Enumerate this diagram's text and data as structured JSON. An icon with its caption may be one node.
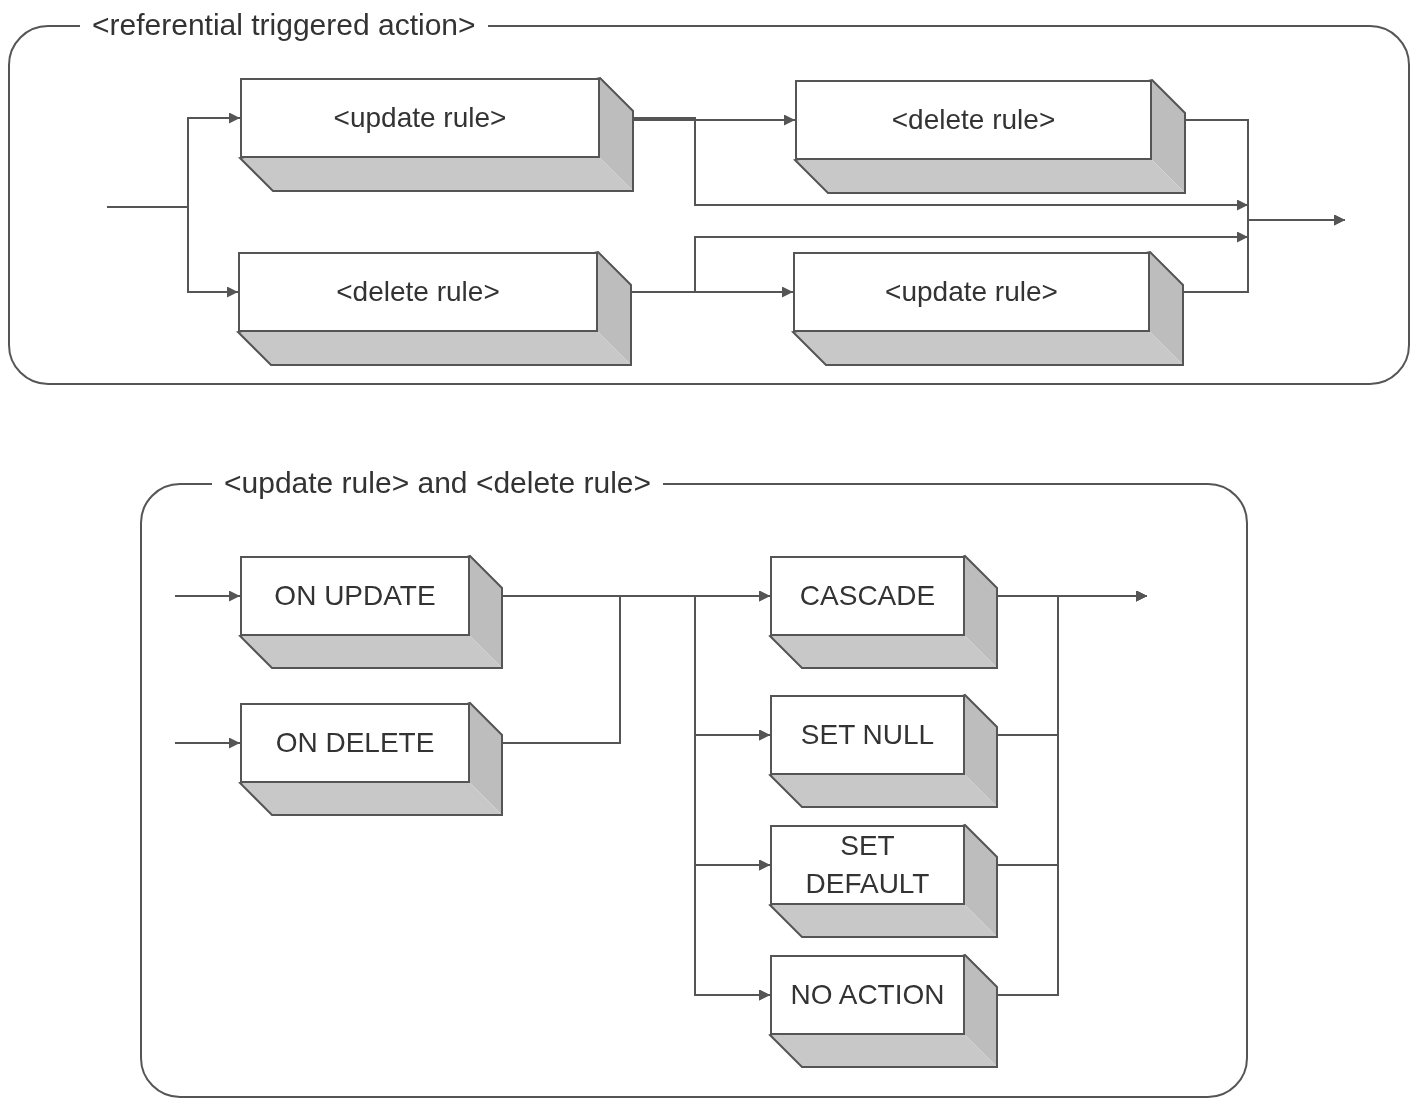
{
  "diagram": {
    "nodes": [
      {
        "text": [
          "<referential triggered action>"
        ]
      },
      {
        "text": [
          "<update rule>"
        ],
        "in": 0
      },
      {
        "text": [
          "<delete rule>"
        ],
        "in": 0
      },
      {
        "text": [
          "<delete rule>"
        ],
        "in": 0
      },
      {
        "text": [
          "<update rule>"
        ],
        "in": 0
      },
      {
        "text": [
          "<update rule> and <delete rule>"
        ]
      },
      {
        "text": [
          "ON UPDATE"
        ],
        "in": 5
      },
      {
        "text": [
          "ON DELETE"
        ],
        "in": 5
      },
      {
        "text": [
          "CASCADE"
        ],
        "in": 5
      },
      {
        "text": [
          "SET NULL"
        ],
        "in": 5
      },
      {
        "text": [
          "SET DEFAULT"
        ],
        "in": 5
      },
      {
        "text": [
          "NO ACTION"
        ],
        "in": 5
      }
    ],
    "edges": [
      {
        "from": null,
        "to": 1,
        "arrow": "to"
      },
      {
        "from": null,
        "to": 3,
        "arrow": "to"
      },
      {
        "from": 1,
        "to": 2,
        "arrow": "to"
      },
      {
        "from": 1,
        "to": null,
        "arrow": "to"
      },
      {
        "from": 2,
        "to": null,
        "arrow": "to"
      },
      {
        "from": 3,
        "to": 4,
        "arrow": "to"
      },
      {
        "from": 3,
        "to": null,
        "arrow": "to"
      },
      {
        "from": 4,
        "to": null,
        "arrow": "to"
      },
      {
        "from": null,
        "to": 6,
        "arrow": "to"
      },
      {
        "from": null,
        "to": 7,
        "arrow": "to"
      },
      {
        "from": 6,
        "to": 8,
        "arrow": "to"
      },
      {
        "from": 6,
        "to": 9,
        "arrow": "to"
      },
      {
        "from": 6,
        "to": 10,
        "arrow": "to"
      },
      {
        "from": 6,
        "to": 11,
        "arrow": "to"
      },
      {
        "from": 7,
        "to": 8,
        "arrow": "to"
      },
      {
        "from": 7,
        "to": 9,
        "arrow": "to"
      },
      {
        "from": 7,
        "to": 10,
        "arrow": "to"
      },
      {
        "from": 7,
        "to": 11,
        "arrow": "to"
      },
      {
        "from": 8,
        "to": null,
        "arrow": "to"
      },
      {
        "from": 9,
        "to": null,
        "arrow": "to"
      },
      {
        "from": 10,
        "to": null,
        "arrow": "to"
      },
      {
        "from": 11,
        "to": null,
        "arrow": "to"
      }
    ]
  }
}
